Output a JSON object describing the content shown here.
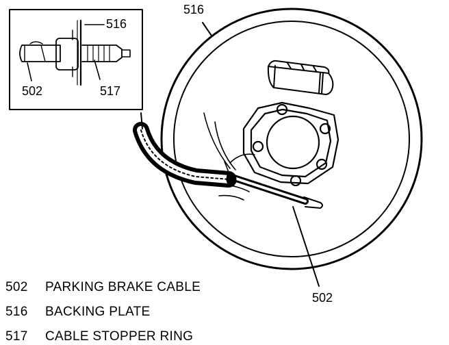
{
  "callouts": {
    "inset_516": "516",
    "inset_502": "502",
    "inset_517": "517",
    "main_516": "516",
    "main_502": "502"
  },
  "legend": [
    {
      "number": "502",
      "text": "PARKING BRAKE CABLE"
    },
    {
      "number": "516",
      "text": "BACKING PLATE"
    },
    {
      "number": "517",
      "text": "CABLE STOPPER RING"
    }
  ],
  "colors": {
    "ink": "#000000",
    "background": "#ffffff"
  }
}
